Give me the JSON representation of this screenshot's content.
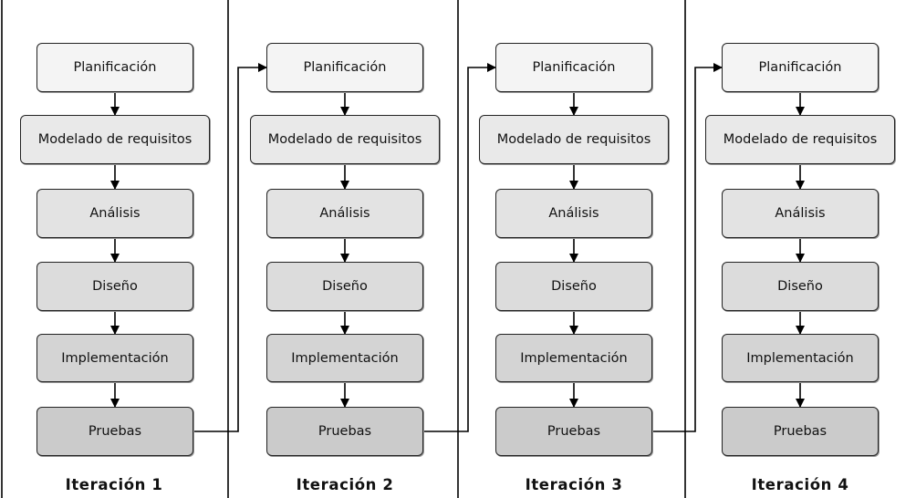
{
  "stages": [
    "Planificación",
    "Modelado de requisitos",
    "Análisis",
    "Diseño",
    "Implementación",
    "Pruebas"
  ],
  "iterations": [
    "Iteración 1",
    "Iteración 2",
    "Iteración 3",
    "Iteración 4"
  ],
  "colors": {
    "stage_fills": [
      "#f4f4f4",
      "#e9e9e9",
      "#e3e3e3",
      "#dcdcdc",
      "#d4d4d4",
      "#cbcbcb"
    ],
    "line": "#000000"
  }
}
